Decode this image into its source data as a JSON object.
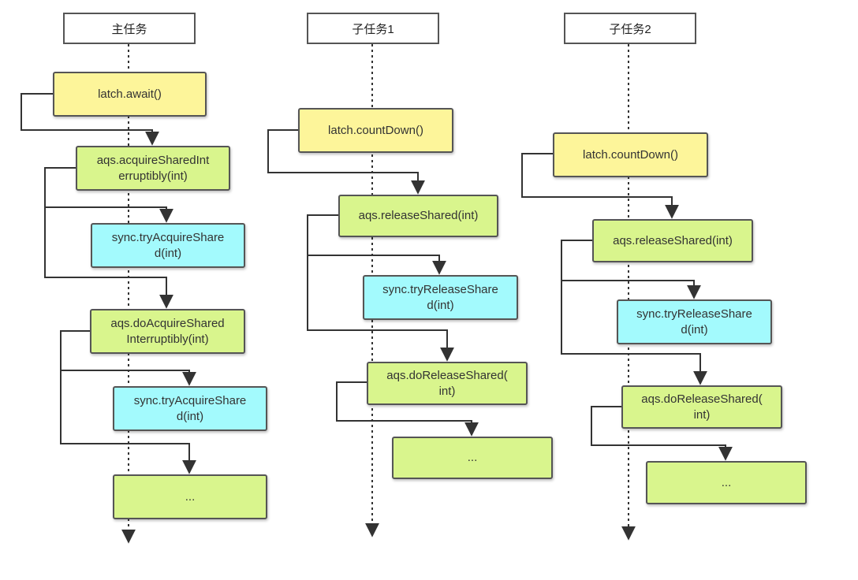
{
  "lanes": {
    "main": {
      "title": "主任务"
    },
    "sub1": {
      "title": "子任务1"
    },
    "sub2": {
      "title": "子任务2"
    }
  },
  "main_nodes": {
    "await": "latch.await()",
    "acquire_shared_interruptibly": "aqs.acquireSharedInt\nerruptibly(int)",
    "try_acquire_shared_1": "sync.tryAcquireShare\nd(int)",
    "do_acquire_shared_interruptibly": "aqs.doAcquireShared\nInterruptibly(int)",
    "try_acquire_shared_2": "sync.tryAcquireShare\nd(int)",
    "ellipsis": "..."
  },
  "sub1_nodes": {
    "count_down": "latch.countDown()",
    "release_shared": "aqs.releaseShared(int)",
    "try_release_shared": "sync.tryReleaseShare\nd(int)",
    "do_release_shared": "aqs.doReleaseShared(\nint)",
    "ellipsis": "..."
  },
  "sub2_nodes": {
    "count_down": "latch.countDown()",
    "release_shared": "aqs.releaseShared(int)",
    "try_release_shared": "sync.tryReleaseShare\nd(int)",
    "do_release_shared": "aqs.doReleaseShared(\nint)",
    "ellipsis": "..."
  },
  "colors": {
    "yellow": "#fdf59a",
    "green": "#d9f58d",
    "cyan": "#a3fafd",
    "line": "#333333"
  }
}
